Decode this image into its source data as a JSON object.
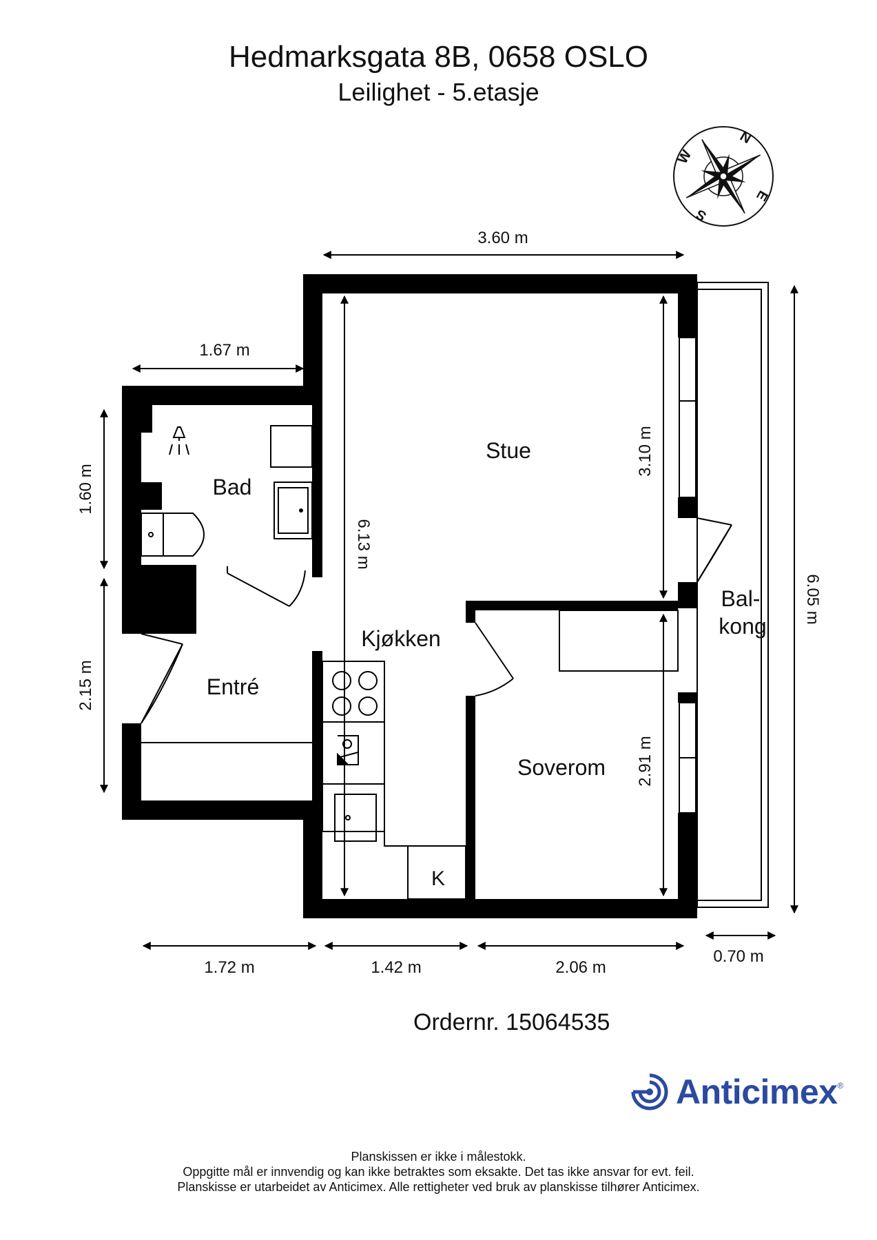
{
  "header": {
    "title": "Hedmarksgata 8B, 0658 OSLO",
    "subtitle": "Leilighet  - 5.etasje"
  },
  "compass": {
    "n": "N",
    "e": "E",
    "s": "S",
    "w": "W"
  },
  "rooms": {
    "stue": "Stue",
    "bad": "Bad",
    "kjokken": "Kjøkken",
    "entre": "Entré",
    "soverom": "Soverom",
    "balkong_1": "Bal-",
    "balkong_2": "kong",
    "k": "K"
  },
  "dimensions": {
    "top_width": "3.60 m",
    "bad_width": "1.67 m",
    "bad_height": "1.60 m",
    "entre_height": "2.15 m",
    "total_height": "6.13 m",
    "stue_height": "3.10 m",
    "soverom_height": "2.91 m",
    "balkong_height": "6.05 m",
    "bottom_1": "1.72 m",
    "bottom_2": "1.42 m",
    "bottom_3": "2.06 m",
    "balkong_width": "0.70 m"
  },
  "order": "Ordernr. 15064535",
  "brand": {
    "name": "Anticimex",
    "reg": "®",
    "color": "#2b4aa0"
  },
  "footer": {
    "line1": "Planskissen er ikke i målestokk.",
    "line2": "Oppgitte mål er innvendig og kan ikke betraktes som eksakte. Det tas ikke ansvar for evt. feil.",
    "line3": "Planskisse er utarbeidet av Anticimex. Alle rettigheter ved bruk av planskisse tilhører Anticimex."
  }
}
